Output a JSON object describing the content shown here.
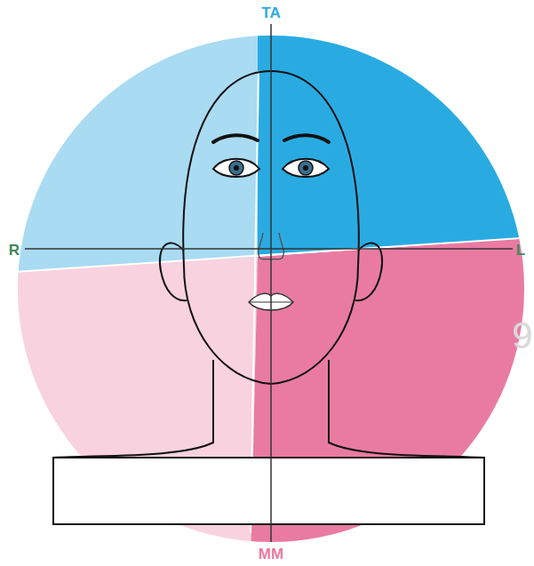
{
  "diagram": {
    "labels": [
      "TA",
      "R",
      "L",
      "MM",
      "9"
    ]
  }
}
